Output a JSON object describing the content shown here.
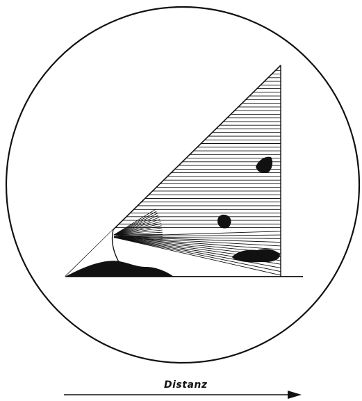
{
  "diagram": {
    "axis_label": "Distanz",
    "colors": {
      "ink": "#111111",
      "paper": "#ffffff"
    },
    "blobs": [
      {
        "name": "blob-upper-right"
      },
      {
        "name": "blob-middle"
      },
      {
        "name": "blob-lower-right"
      },
      {
        "name": "blob-ground-base"
      }
    ]
  }
}
